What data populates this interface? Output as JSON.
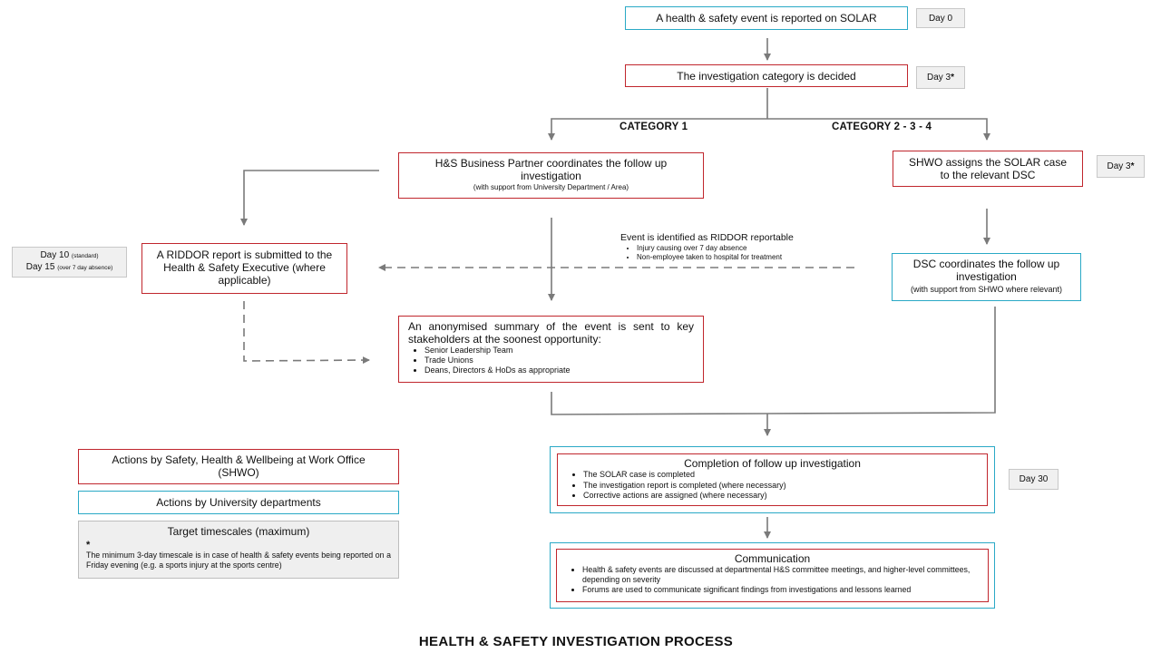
{
  "nodes": {
    "reported": {
      "text": "A health & safety event is reported on SOLAR"
    },
    "category": {
      "text": "The investigation category is decided"
    },
    "hs_partner": {
      "title": "H&S Business Partner coordinates the follow up investigation",
      "note": "(with support from University Department / Area)"
    },
    "shwo_assign": {
      "text": "SHWO assigns the SOLAR case to the relevant DSC"
    },
    "riddor": {
      "text": "A RIDDOR report is submitted to the Health & Safety Executive (where applicable)"
    },
    "dsc": {
      "title": "DSC coordinates the follow up investigation",
      "note": "(with support from SHWO where relevant)"
    },
    "summary": {
      "text": "An anonymised summary of the event is sent to key stakeholders at the soonest opportunity:",
      "bullets": [
        "Senior Leadership Team",
        "Trade Unions",
        "Deans, Directors & HoDs as appropriate"
      ]
    },
    "completion": {
      "title": "Completion of follow up investigation",
      "bullets": [
        "The SOLAR case is completed",
        "The investigation report is completed (where necessary)",
        "Corrective actions are assigned (where necessary)"
      ]
    },
    "communication": {
      "title": "Communication",
      "bullets": [
        "Health & safety events are discussed at departmental H&S committee meetings, and higher-level committees, depending on severity",
        "Forums are used to communicate significant findings from investigations and lessons learned"
      ]
    }
  },
  "branch_labels": {
    "cat1": "CATEGORY 1",
    "cat234": "CATEGORY 2 - 3 - 4"
  },
  "riddor_condition": {
    "title": "Event is identified as RIDDOR reportable",
    "bullets": [
      "Injury causing  over 7 day absence",
      "Non-employee taken to hospital for treatment"
    ]
  },
  "days": {
    "day0": "Day 0",
    "day3a": "Day 3",
    "day3b": "Day 3",
    "asterisk": "*",
    "day10": "Day 10",
    "day10_note": "(standard)",
    "day15": "Day 15",
    "day15_note": "(over 7 day absence)",
    "day30": "Day 30"
  },
  "legend": {
    "shwo": "Actions by Safety, Health & Wellbeing at Work Office (SHWO)",
    "university": "Actions by University departments",
    "timescales_title": "Target timescales (maximum)",
    "asterisk": "*",
    "timescales_note": "The minimum 3-day timescale is in case of health & safety events being reported on a Friday evening (e.g. a sports injury at the sports centre)"
  },
  "page_title": "HEALTH & SAFETY INVESTIGATION PROCESS",
  "colors": {
    "shwo_border": "#c0262d",
    "university_border": "#2aa9c6",
    "connector": "#7a7a7a",
    "day_badge": "#f0f0f0"
  }
}
